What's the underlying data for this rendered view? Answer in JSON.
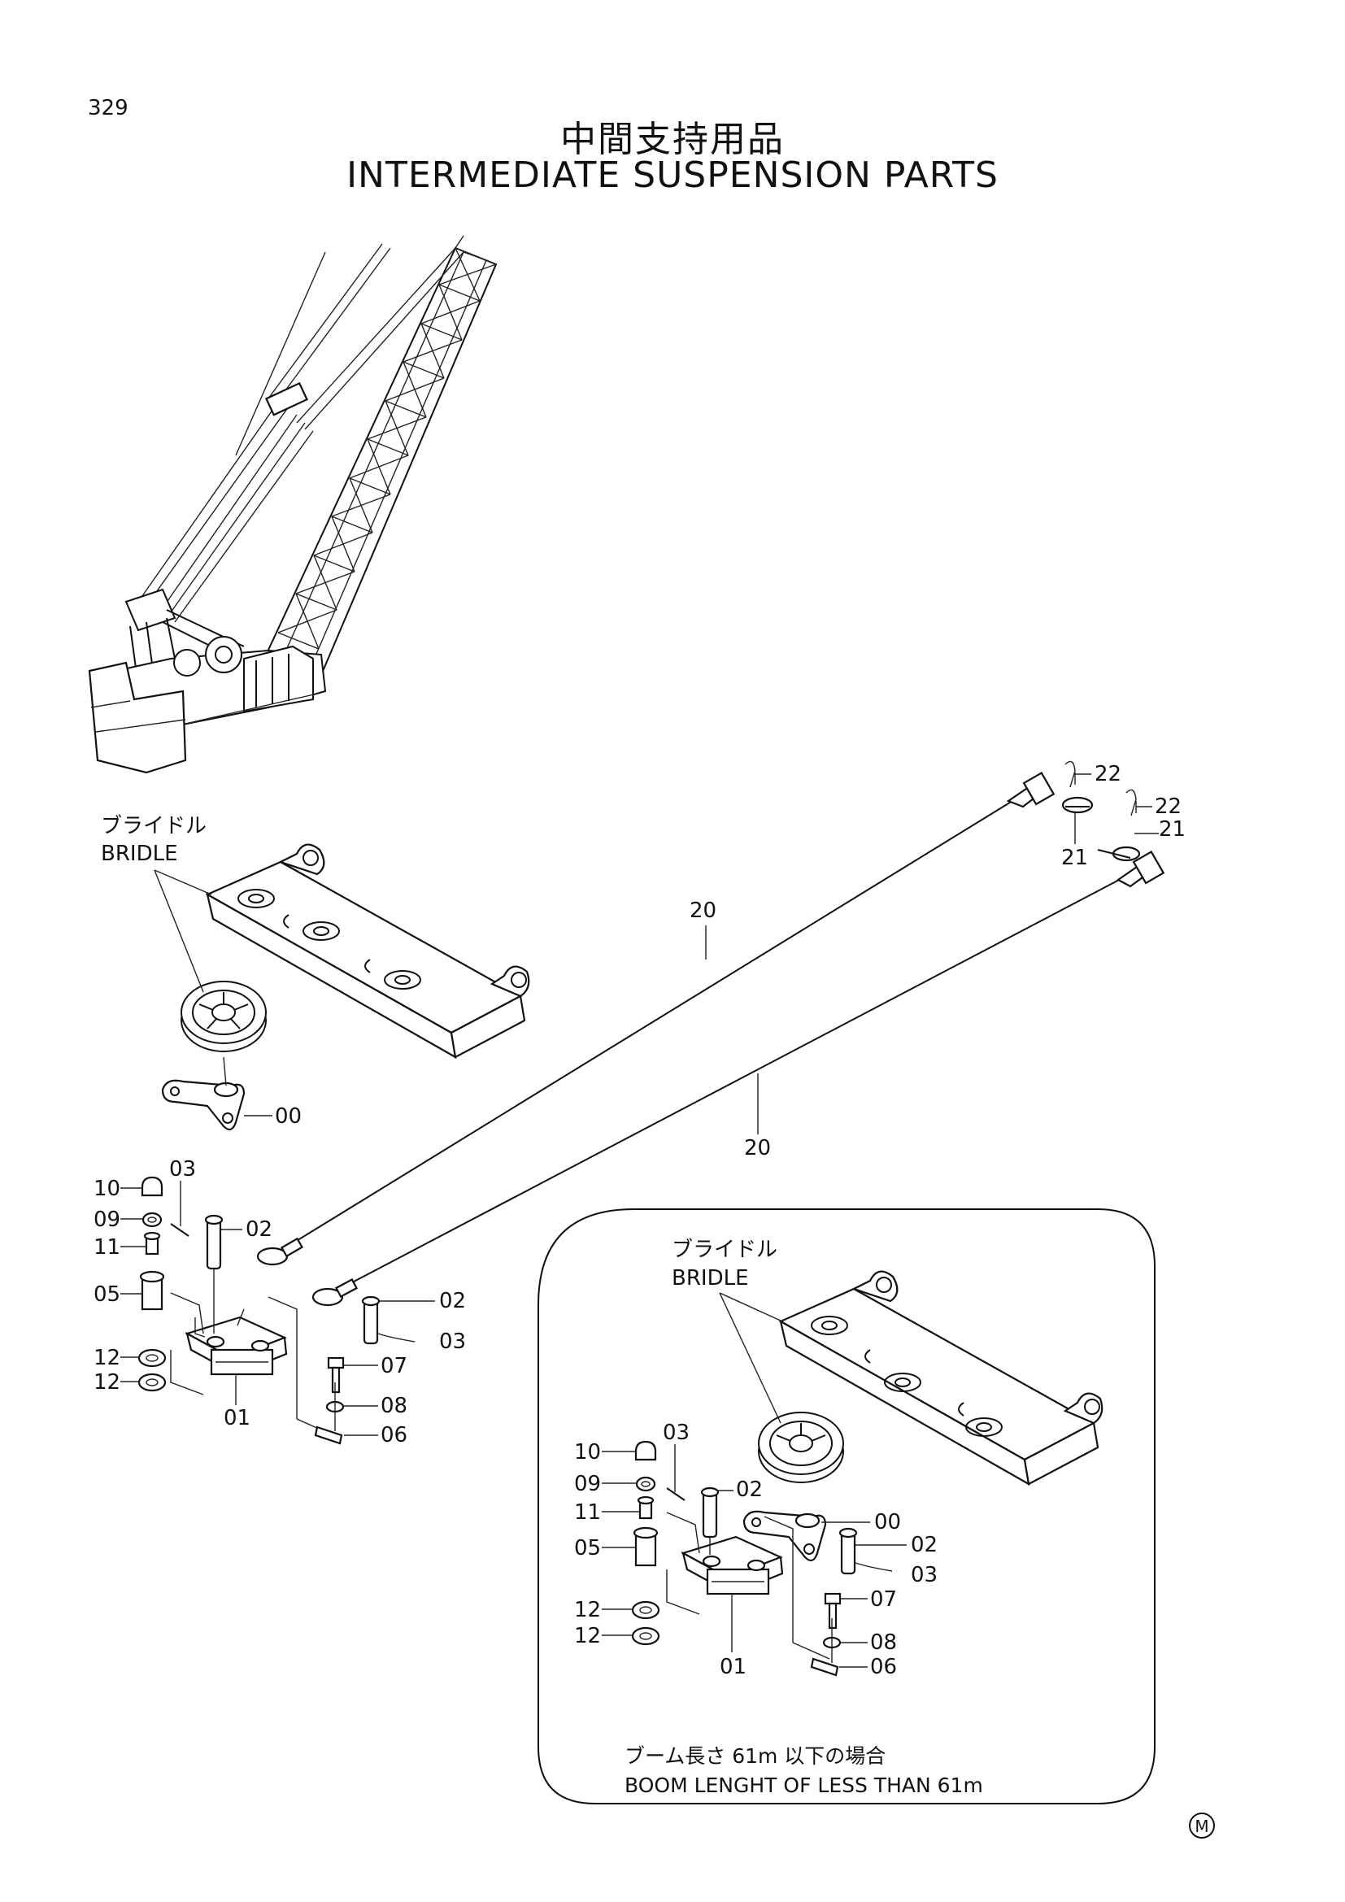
{
  "page_number": "329",
  "title_jp": "中間支持用品",
  "title_en": "INTERMEDIATE SUSPENSION PARTS",
  "bridle_jp": "ブライドル",
  "bridle_en": "BRIDLE",
  "parts": {
    "p00": "00",
    "p01": "01",
    "p02": "02",
    "p03": "03",
    "p05": "05",
    "p06": "06",
    "p07": "07",
    "p08": "08",
    "p09": "09",
    "p10": "10",
    "p11": "11",
    "p12": "12",
    "p20": "20",
    "p21": "21",
    "p22": "22"
  },
  "inset": {
    "caption_jp": "ブーム長さ 61m 以下の場合",
    "caption_en": "BOOM LENGHT OF LESS THAN  61m"
  },
  "mark": "M"
}
